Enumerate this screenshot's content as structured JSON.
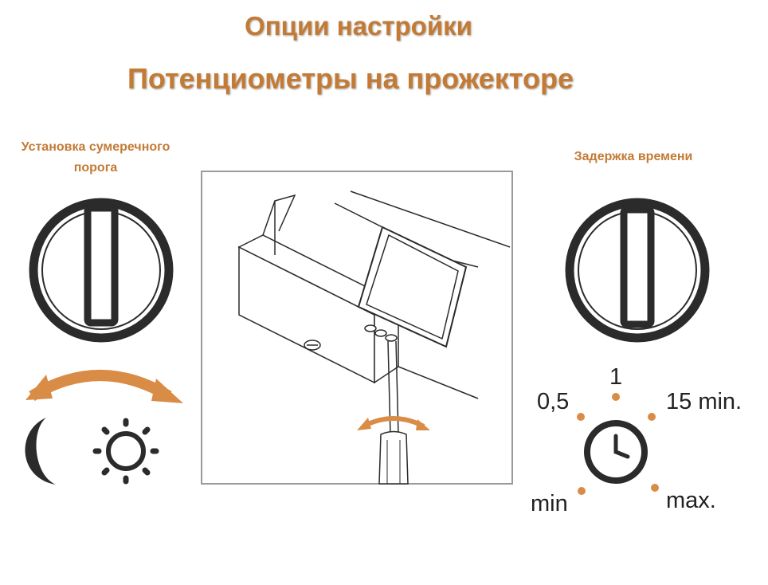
{
  "header": {
    "title": "Опции настройки",
    "subtitle": "Потенциометры на прожекторе"
  },
  "left_panel": {
    "caption": "Установка сумеречного порога",
    "knob_icon": "potentiometer-knob-icon",
    "icons": [
      "moon-icon",
      "sun-icon"
    ]
  },
  "center_panel": {
    "illustration": "screwdriver-adjusting-floodlight"
  },
  "right_panel": {
    "caption": "Задержка времени",
    "knob_icon": "potentiometer-knob-icon",
    "scale": {
      "label_min": "min",
      "label_05": "0,5",
      "label_1": "1",
      "label_15": "15 min.",
      "label_max": "max."
    }
  },
  "colors": {
    "accent": "#c37a35",
    "arrow": "#d98c45",
    "ink": "#222222"
  }
}
